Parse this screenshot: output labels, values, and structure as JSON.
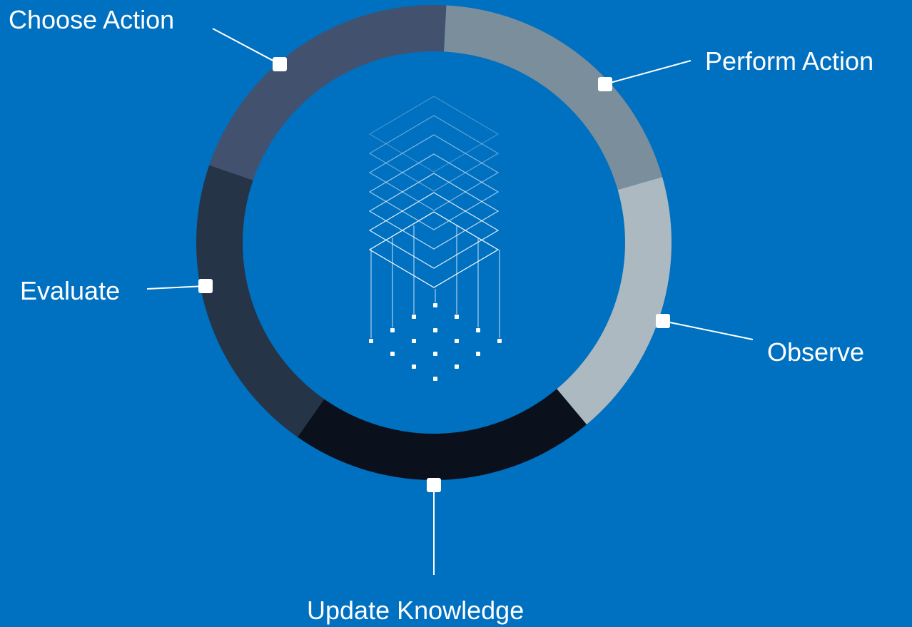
{
  "cycle": {
    "steps": [
      {
        "id": "choose",
        "label": "Choose Action",
        "color": "#42526E"
      },
      {
        "id": "perform",
        "label": "Perform Action",
        "color": "#7A8E9C"
      },
      {
        "id": "observe",
        "label": "Observe",
        "color": "#ADB9C0"
      },
      {
        "id": "update",
        "label": "Update Knowledge",
        "color": "#0A101C"
      },
      {
        "id": "evaluate",
        "label": "Evaluate",
        "color": "#253447"
      }
    ],
    "accent": "#FFFFFF",
    "background": "#0070C0",
    "center_icon": "layered-data-stack-icon"
  }
}
